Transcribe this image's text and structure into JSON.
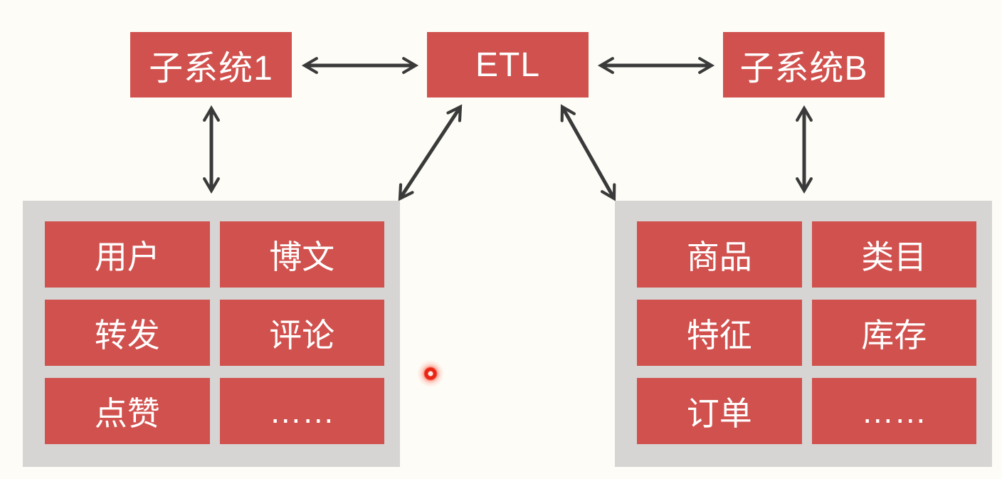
{
  "diagram": {
    "nodes": {
      "subsystem1": {
        "label": "子系统1"
      },
      "etl": {
        "label": "ETL"
      },
      "subsystemB": {
        "label": "子系统B"
      }
    },
    "groups": {
      "left": {
        "items": [
          "用户",
          "博文",
          "转发",
          "评论",
          "点赞",
          "……"
        ]
      },
      "right": {
        "items": [
          "商品",
          "类目",
          "特征",
          "库存",
          "订单",
          "……"
        ]
      }
    },
    "connections": [
      {
        "from": "subsystem1",
        "to": "etl",
        "type": "bidirectional"
      },
      {
        "from": "etl",
        "to": "subsystemB",
        "type": "bidirectional"
      },
      {
        "from": "subsystem1",
        "to": "left-group",
        "type": "bidirectional"
      },
      {
        "from": "etl",
        "to": "left-group",
        "type": "bidirectional"
      },
      {
        "from": "etl",
        "to": "right-group",
        "type": "bidirectional"
      },
      {
        "from": "subsystemB",
        "to": "right-group",
        "type": "bidirectional"
      }
    ],
    "colors": {
      "node_fill": "#d0514d",
      "group_fill": "#d6d5d3",
      "arrow": "#3a3a3a",
      "background": "#fdfcf6",
      "text": "#ffffff",
      "laser_dot": "#ea2513"
    }
  }
}
